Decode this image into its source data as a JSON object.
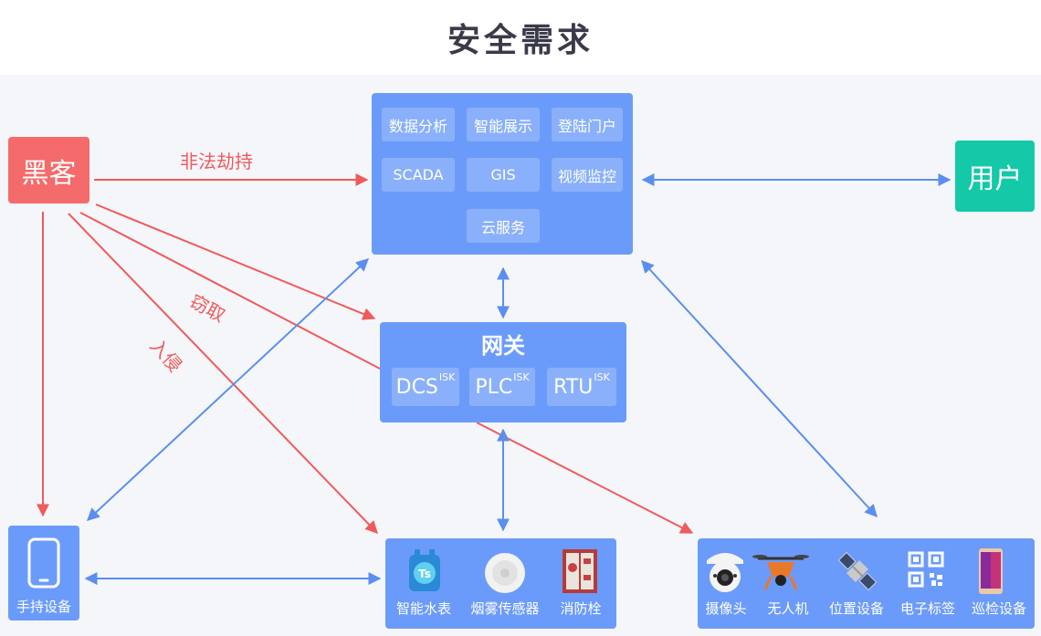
{
  "title": "安全需求",
  "hacker": "黑客",
  "user": "用户",
  "cloud": {
    "items": [
      "数据分析",
      "智能展示",
      "登陆门户",
      "SCADA",
      "GIS",
      "视频监控",
      "云服务"
    ]
  },
  "gateway": {
    "title": "网关",
    "items": [
      {
        "name": "DCS",
        "sup": "ISK"
      },
      {
        "name": "PLC",
        "sup": "ISK"
      },
      {
        "name": "RTU",
        "sup": "ISK"
      }
    ]
  },
  "attacks": {
    "hijack": "非法劫持",
    "steal": "窃取",
    "intrude": "入侵"
  },
  "handheld": "手持设备",
  "sensors": {
    "items": [
      "智能水表",
      "烟雾传感器",
      "消防栓"
    ]
  },
  "field": {
    "items": [
      "摄像头",
      "无人机",
      "位置设备",
      "电子标签",
      "巡检设备"
    ]
  },
  "icons": {
    "handheld": "phone-icon",
    "sensors": [
      "water-meter-icon",
      "smoke-sensor-icon",
      "fire-hydrant-icon"
    ],
    "field": [
      "camera-icon",
      "drone-icon",
      "satellite-icon",
      "qr-code-icon",
      "smartphone-icon"
    ]
  },
  "colors": {
    "attack_line": "#f05a5a",
    "comm_line": "#5b8ef0",
    "hacker": "#f56a6a",
    "user": "#14c9a8",
    "node": "#6b9bfa"
  }
}
